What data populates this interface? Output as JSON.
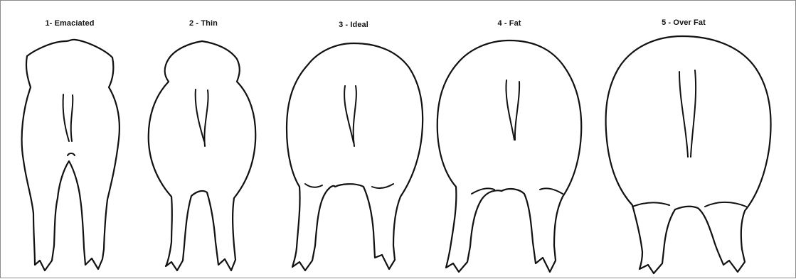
{
  "stages": [
    {
      "title": "1- Emaciated"
    },
    {
      "title": "2 - Thin"
    },
    {
      "title": "3 - Ideal"
    },
    {
      "title": "4 - Fat"
    },
    {
      "title": "5 - Over Fat"
    }
  ]
}
